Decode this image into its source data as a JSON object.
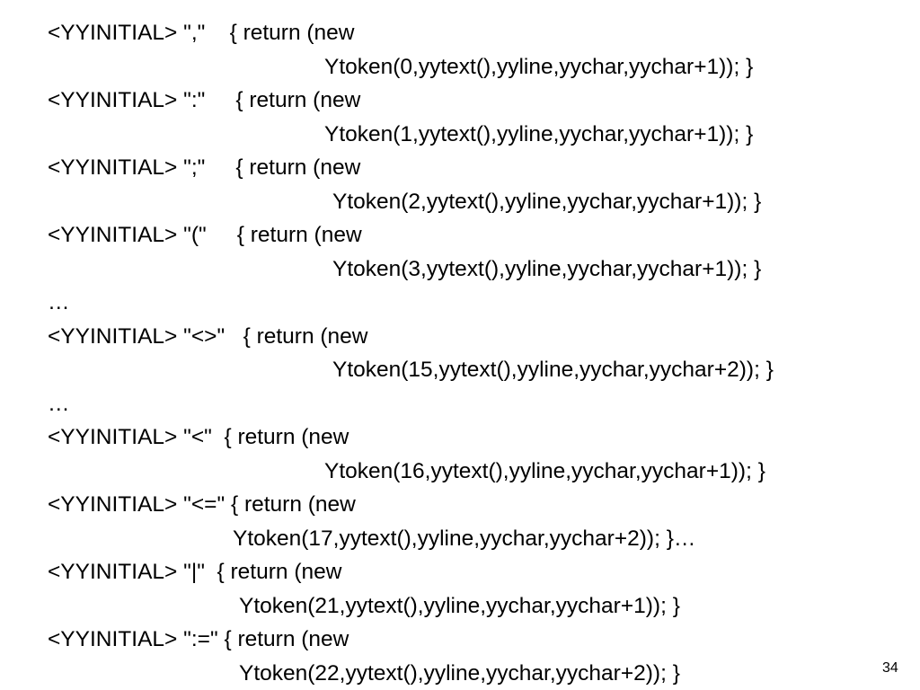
{
  "slide": {
    "lines": [
      "<YYINITIAL> \",\"    { return (new",
      "Ytoken(0,yytext(),yyline,yychar,yychar+1)); }",
      "<YYINITIAL> \":\"     { return (new",
      "Ytoken(1,yytext(),yyline,yychar,yychar+1)); }",
      "<YYINITIAL> \";\"     { return (new",
      "Ytoken(2,yytext(),yyline,yychar,yychar+1)); }",
      "<YYINITIAL> \"(\"     { return (new",
      "Ytoken(3,yytext(),yyline,yychar,yychar+1)); }",
      "…",
      "<YYINITIAL> \"<>\"   { return (new",
      "Ytoken(15,yytext(),yyline,yychar,yychar+2)); }",
      "…",
      "<YYINITIAL> \"<\"  { return (new",
      "Ytoken(16,yytext(),yyline,yychar,yychar+1)); }",
      "<YYINITIAL> \"<=\" { return (new",
      "Ytoken(17,yytext(),yyline,yychar,yychar+2)); }…",
      "<YYINITIAL> \"|\"  { return (new",
      "Ytoken(21,yytext(),yyline,yychar,yychar+1)); }",
      "<YYINITIAL> \":=\" { return (new",
      "Ytoken(22,yytext(),yyline,yychar,yychar+2)); }"
    ],
    "page_number": "34"
  }
}
